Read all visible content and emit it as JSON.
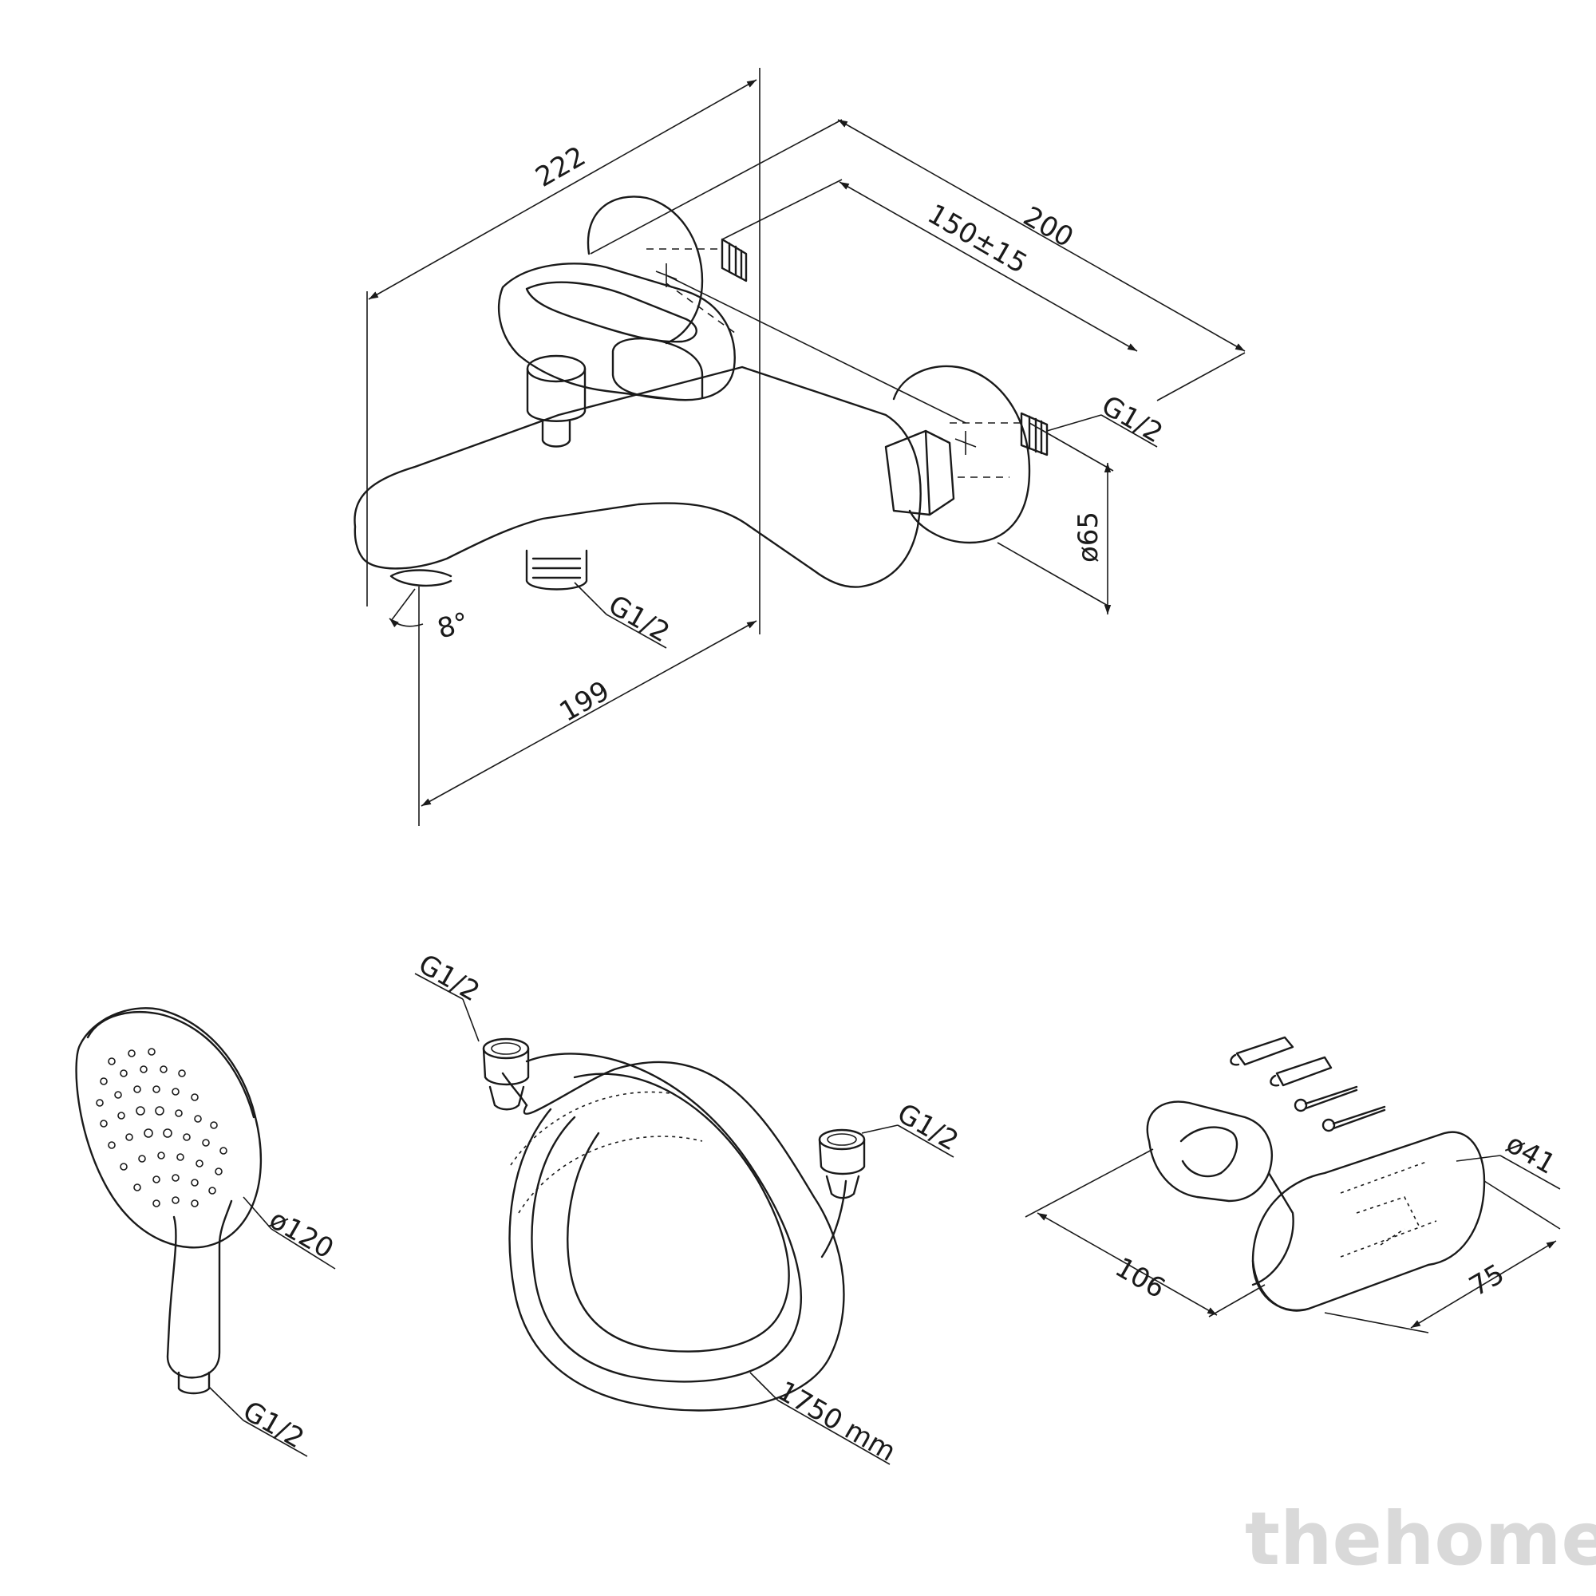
{
  "watermark": "thehome",
  "mixer": {
    "dim_overall_width": "222",
    "dim_depth": "200",
    "dim_centers": "150±15",
    "dim_body_length": "199",
    "dim_flange_diameter": "ø65",
    "angle": "8°",
    "inlet_thread": "G1/2",
    "outlet_thread": "G1/2"
  },
  "hand_shower": {
    "dim_diameter": "ø120",
    "thread": "G1/2"
  },
  "hose": {
    "thread_left": "G1/2",
    "thread_right": "G1/2",
    "length": "1750 mm"
  },
  "holder": {
    "dim_length": "106",
    "dim_depth": "75",
    "dim_diameter": "ø41"
  }
}
